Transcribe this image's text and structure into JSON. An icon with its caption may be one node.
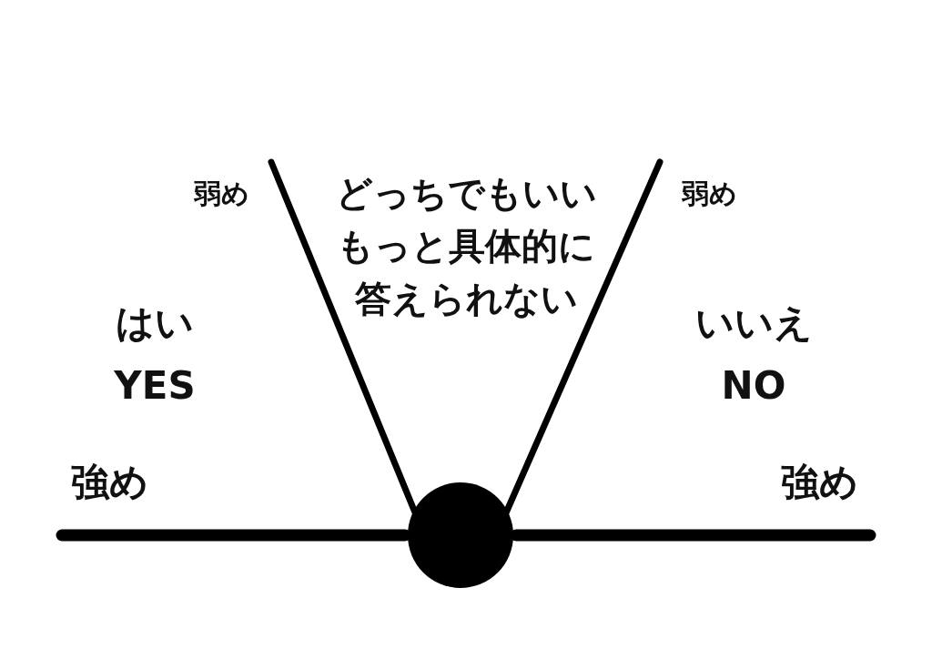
{
  "diagram": {
    "labels": [
      "弱め",
      "どっちでもいいもっと具体的に答えられない",
      "弱め",
      "はい",
      "いいえ",
      "YES",
      "NO",
      "強め",
      "強め"
    ]
  }
}
